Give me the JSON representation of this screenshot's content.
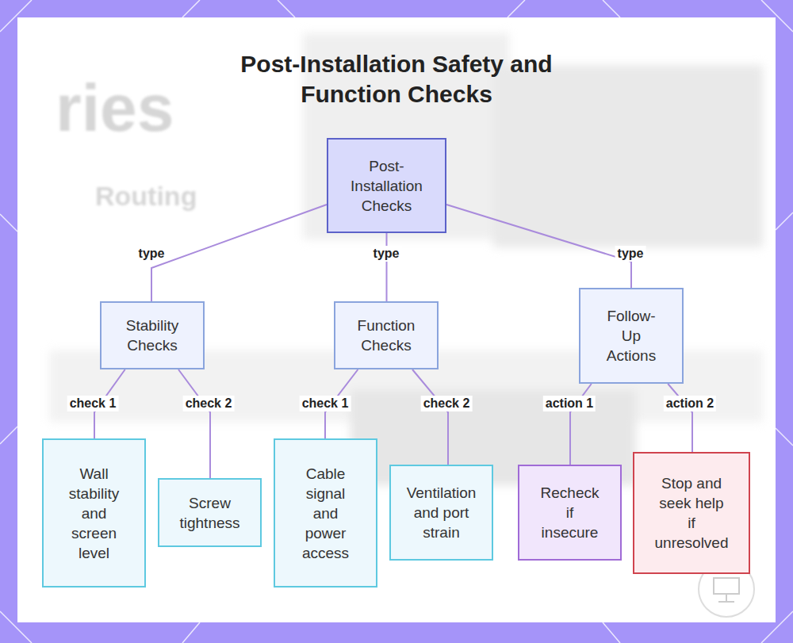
{
  "diagram": {
    "title": "Post-Installation Safety and Function Checks",
    "nodes": [
      {
        "text": [
          "Post-Installation Checks"
        ]
      },
      {
        "text": [
          "Stability Checks"
        ]
      },
      {
        "text": [
          "Function Checks"
        ]
      },
      {
        "text": [
          "Follow-Up Actions"
        ]
      },
      {
        "text": [
          "Wall stability and screen level"
        ]
      },
      {
        "text": [
          "Screw tightness"
        ]
      },
      {
        "text": [
          "Cable signal and power access"
        ]
      },
      {
        "text": [
          "Ventilation and port strain"
        ]
      },
      {
        "text": [
          "Recheck if insecure"
        ]
      },
      {
        "text": [
          "Stop and seek help if unresolved"
        ]
      }
    ],
    "edges": [
      {
        "from": 0,
        "to": 1,
        "label": "type",
        "arrow": "none"
      },
      {
        "from": 0,
        "to": 2,
        "label": "type",
        "arrow": "none"
      },
      {
        "from": 0,
        "to": 3,
        "label": "type",
        "arrow": "none"
      },
      {
        "from": 1,
        "to": 4,
        "label": "check 1",
        "arrow": "none"
      },
      {
        "from": 1,
        "to": 5,
        "label": "check 2",
        "arrow": "none"
      },
      {
        "from": 2,
        "to": 6,
        "label": "check 1",
        "arrow": "none"
      },
      {
        "from": 2,
        "to": 7,
        "label": "check 2",
        "arrow": "none"
      },
      {
        "from": 3,
        "to": 8,
        "label": "action 1",
        "arrow": "none"
      },
      {
        "from": 3,
        "to": 9,
        "label": "action 2",
        "arrow": "none"
      }
    ],
    "labels": [
      "ries",
      "Routing"
    ]
  }
}
